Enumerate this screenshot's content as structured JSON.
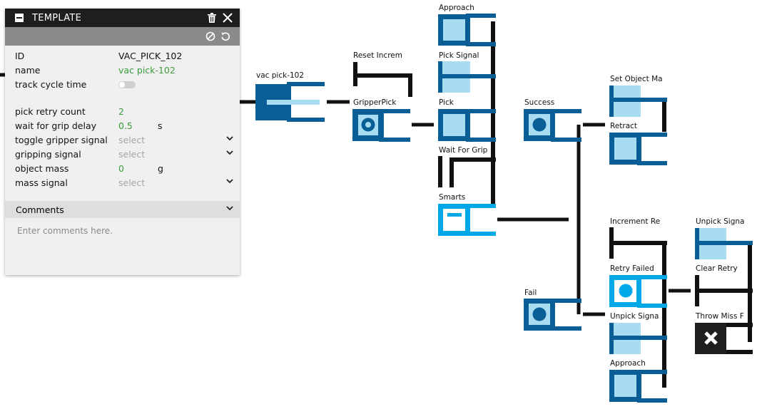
{
  "panel": {
    "title": "TEMPLATE",
    "fields": {
      "id_label": "ID",
      "id_value": "VAC_PICK_102",
      "name_label": "name",
      "name_value": "vac pick-102",
      "track_label": "track cycle time",
      "track_enabled": false,
      "retry_label": "pick retry count",
      "retry_value": "2",
      "delay_label": "wait for grip delay",
      "delay_value": "0.5",
      "delay_unit": "s",
      "toggle_label": "toggle gripper signal",
      "toggle_value": "select",
      "grip_label": "gripping signal",
      "grip_value": "select",
      "mass_label": "object mass",
      "mass_value": "0",
      "mass_unit": "g",
      "mass_signal_label": "mass signal",
      "mass_signal_value": "select"
    },
    "comments_label": "Comments",
    "comments_placeholder": "Enter comments here."
  },
  "graph": {
    "colors": {
      "dark_blue": "#0a5e96",
      "light_blue": "#00a8e8",
      "pale_blue": "#a8dcf2",
      "black": "#111111"
    },
    "nodes": {
      "root": "vac pick-102",
      "reset": "Reset Increm",
      "gripperpick": "GripperPick",
      "approach1": "Approach",
      "picksignal": "Pick Signal",
      "pick": "Pick",
      "waitgrip": "Wait For Grip",
      "smarts": "Smarts",
      "success": "Success",
      "setobj": "Set Object Ma",
      "retract": "Retract",
      "fail": "Fail",
      "incr": "Increment Re",
      "retryfailed": "Retry Failed",
      "unpick1": "Unpick Signa",
      "approach2": "Approach",
      "unpick2": "Unpick Signa",
      "clearretry": "Clear Retry",
      "throwmiss": "Throw Miss F"
    }
  }
}
